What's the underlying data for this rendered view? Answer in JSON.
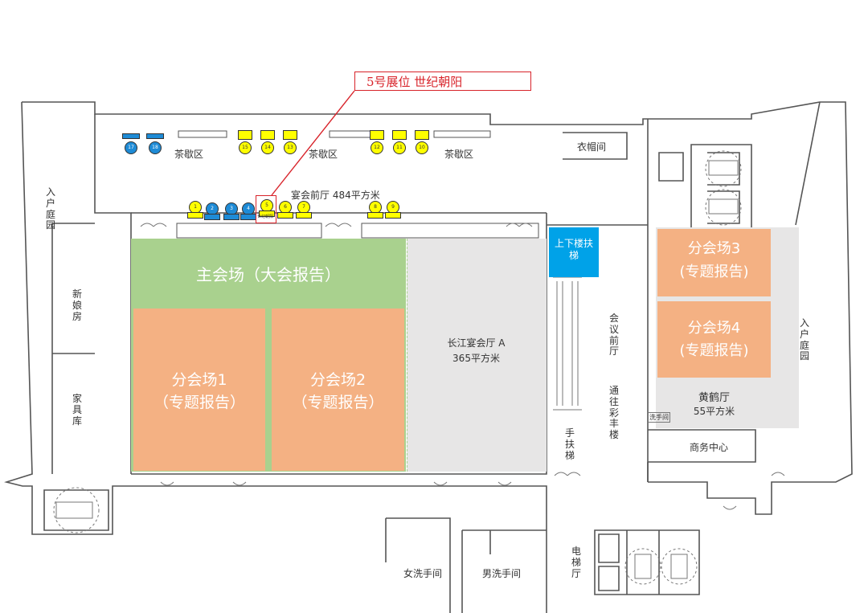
{
  "colors": {
    "main_hall": "#a9d18e",
    "sub_hall": "#f4b183",
    "hall_a": "#e7e6e6",
    "escalator_badge": "#00a2e8",
    "booth_blue": "#1e8bd6",
    "booth_yellow": "#ffff00",
    "callout_red": "#d8232a",
    "wall": "#555555"
  },
  "callout": {
    "text": "5号展位  世纪朝阳"
  },
  "halls": {
    "main": "主会场（大会报告）",
    "sub1": {
      "name": "分会场1",
      "desc": "（专题报告）"
    },
    "sub2": {
      "name": "分会场2",
      "desc": "（专题报告）"
    },
    "sub3": {
      "name": "分会场3",
      "desc": "(专题报告)"
    },
    "sub4": {
      "name": "分会场4",
      "desc": "(专题报告)"
    },
    "hall_a": {
      "name": "长江宴会厅 A",
      "area": "365平方米"
    },
    "yellow_crane": {
      "name": "黄鹤厅",
      "area": "55平方米"
    }
  },
  "labels": {
    "tea_break": "茶歇区",
    "cloakroom": "衣帽间",
    "banquet_foyer": "宴会前厅  484平方米",
    "escalator_badge": "上下楼扶梯",
    "handrail_escalator": "手扶梯",
    "meeting_foyer": "会议前厅",
    "to_caifeng": "通往彩丰楼",
    "entrance_court": "入户庭园",
    "bridal_room": "新娘房",
    "furniture_store": "家具库",
    "restroom_small": "洗手间",
    "business_center": "商务中心",
    "womens_restroom": "女洗手间",
    "mens_restroom": "男洗手间",
    "elevator_hall": "电梯厅"
  },
  "booths": {
    "top_blue": [
      "17",
      "18"
    ],
    "top_yellow_a": [
      "15",
      "14",
      "13"
    ],
    "top_yellow_b": [
      "12",
      "11",
      "10"
    ],
    "row_front": [
      "1",
      "2",
      "3",
      "4",
      "5",
      "6",
      "7"
    ],
    "row_front_b": [
      "8",
      "9"
    ],
    "selected": "5",
    "selected_tag": "世纪朝阳"
  }
}
